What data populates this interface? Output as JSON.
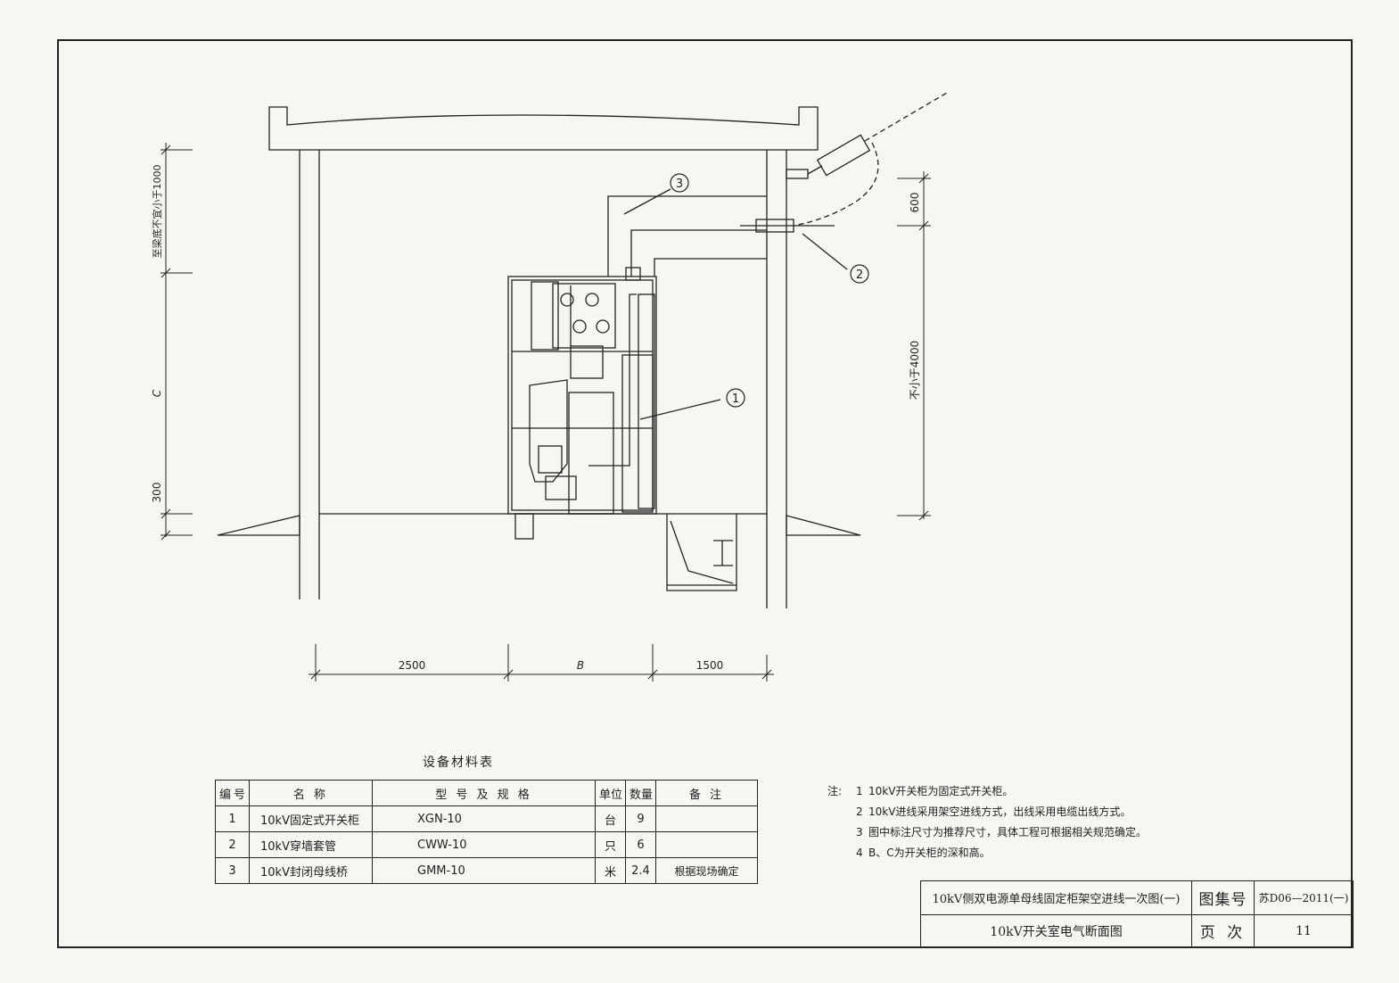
{
  "diagram": {
    "bubbles": [
      "3",
      "2",
      "1"
    ],
    "dims_left": [
      "至梁底不宜小于1000",
      "C",
      "300"
    ],
    "dims_right": [
      "600",
      "不小于4000"
    ],
    "dims_bottom": [
      "2500",
      "B",
      "1500"
    ]
  },
  "table": {
    "title": "设备材料表",
    "headers": [
      "编号",
      "名  称",
      "型 号 及 规 格",
      "单位",
      "数量",
      "备  注"
    ],
    "rows": [
      [
        "1",
        "10kV固定式开关柜",
        "XGN-10",
        "台",
        "9",
        ""
      ],
      [
        "2",
        "10kV穿墙套管",
        "CWW-10",
        "只",
        "6",
        ""
      ],
      [
        "3",
        "10kV封闭母线桥",
        "GMM-10",
        "米",
        "2.4",
        "根据现场确定"
      ]
    ]
  },
  "notes": {
    "label": "注:",
    "items": [
      {
        "num": "1",
        "text": "10kV开关柜为固定式开关柜。"
      },
      {
        "num": "2",
        "text": "10kV进线采用架空进线方式，出线采用电缆出线方式。"
      },
      {
        "num": "3",
        "text": "图中标注尺寸为推荐尺寸，具体工程可根据相关规范确定。"
      },
      {
        "num": "4",
        "text": "B、C为开关柜的深和高。"
      }
    ]
  },
  "title_block": {
    "title_line1": "10kV侧双电源单母线固定柜架空进线一次图(一)",
    "title_line2": "10kV开关室电气断面图",
    "atlas_label": "图集号",
    "atlas_no": "苏D06—2011(一)",
    "page_label": "页 次",
    "page_no": "11"
  }
}
